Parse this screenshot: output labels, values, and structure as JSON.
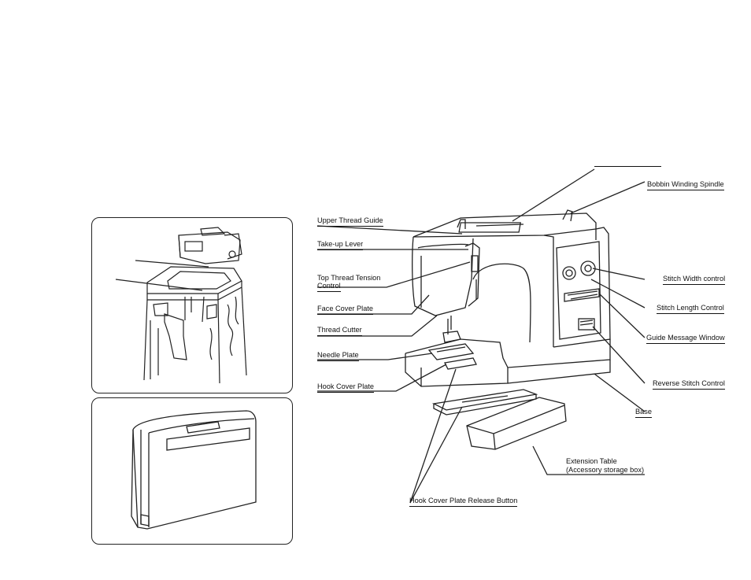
{
  "labels": {
    "bobbin_winding_spindle": "Bobbin Winding Spindle",
    "upper_thread_guide": "Upper Thread Guide",
    "take_up_lever": "Take-up Lever",
    "top_thread_tension_1": "Top Thread Tension",
    "top_thread_tension_2": "Control",
    "face_cover_plate": "Face Cover Plate",
    "thread_cutter": "Thread Cutter",
    "needle_plate": "Needle Plate",
    "hook_cover_plate": "Hook Cover Plate",
    "stitch_width_control": "Stitch Width control",
    "stitch_length_control": "Stitch Length Control",
    "guide_message_window": "Guide Message Window",
    "reverse_stitch_control": "Reverse Stitch Control",
    "base": "Base",
    "extension_table_1": "Extension Table",
    "extension_table_2": "(Accessory storage box)",
    "hook_cover_plate_release_button": "Hook Cover Plate Release Button"
  }
}
